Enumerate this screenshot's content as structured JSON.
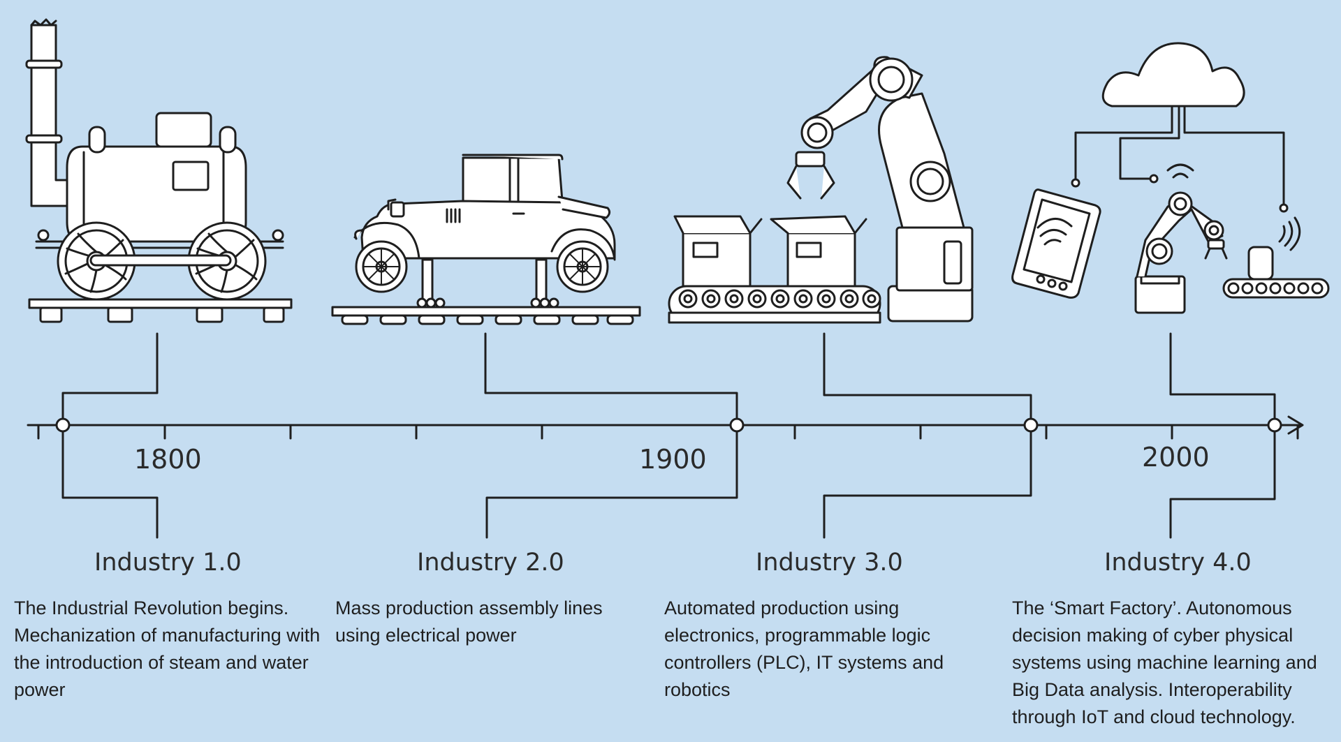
{
  "timeline": {
    "years": [
      {
        "label": "1800"
      },
      {
        "label": "1900"
      },
      {
        "label": "2000"
      }
    ]
  },
  "eras": [
    {
      "title": "Industry 1.0",
      "description": "The Industrial Revolution begins. Mechanization of manufacturing with the introduction of steam and water power"
    },
    {
      "title": "Industry 2.0",
      "description": "Mass production assembly lines using electrical power"
    },
    {
      "title": "Industry 3.0",
      "description": "Automated production using electronics, programmable logic controllers (PLC), IT systems and robotics"
    },
    {
      "title": "Industry 4.0",
      "description": "The ‘Smart Factory’. Autonomous decision making of cyber physical systems using machine learning and Big Data analysis. Interoperability through IoT and cloud technology."
    }
  ],
  "colors": {
    "background": "#c5ddf1",
    "line": "#1e1e1e",
    "fill": "#ffffff"
  },
  "icons": [
    "steam-locomotive-icon",
    "vintage-car-icon",
    "assembly-robot-icon",
    "smart-factory-icon"
  ]
}
